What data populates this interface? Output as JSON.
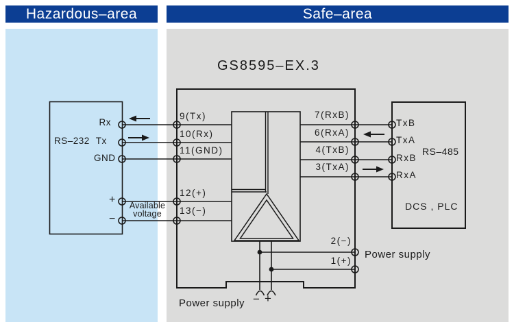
{
  "colors": {
    "header_bg": "#0c3e93",
    "header_text": "#ffffff",
    "hazardous_area_bg": "#c8e4f6",
    "safe_area_bg": "#dcdcdb",
    "line": "#1a1a1a"
  },
  "headers": {
    "hazardous": "Hazardous–area",
    "safe": "Safe–area"
  },
  "isolator": {
    "title": "GS8595–EX.3",
    "left_terminals": [
      "9(Tx)",
      "10(Rx)",
      "11(GND)",
      "12(+)",
      "13(−)"
    ],
    "right_terminals": [
      "7(RxB)",
      "6(RxA)",
      "4(TxB)",
      "3(TxA)"
    ],
    "power_terminals": [
      "2(−)",
      "1(+)"
    ]
  },
  "rs232_device": {
    "rx": "Rx",
    "rs232_tx": "RS–232 Tx",
    "gnd": "GND",
    "plus": "+",
    "minus": "−",
    "available_voltage": "Available voltage"
  },
  "rs485_device": {
    "txb": "TxB",
    "txa": "TxA",
    "rxb": "RxB",
    "rxa": "RxA",
    "bus": "RS–485",
    "name": "DCS , PLC"
  },
  "power": {
    "label_right": "Power supply",
    "label_bottom": "Power supply",
    "minus": "−",
    "plus": "+"
  }
}
